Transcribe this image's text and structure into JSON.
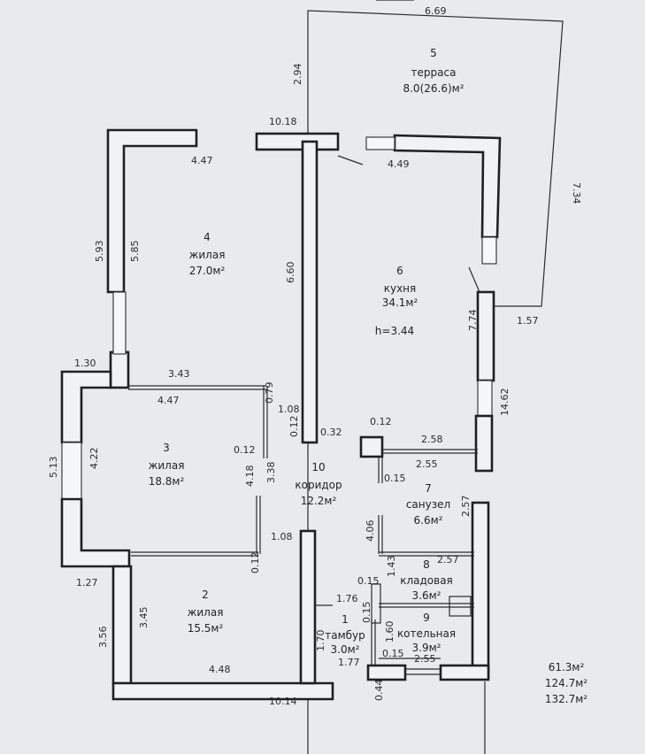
{
  "rooms": [
    {
      "num": "5",
      "name": "терраса",
      "area": "8.0(26.6)м²"
    },
    {
      "num": "4",
      "name": "жилая",
      "area": "27.0м²"
    },
    {
      "num": "6",
      "name": "кухня",
      "area": "34.1м²"
    },
    {
      "num": "3",
      "name": "жилая",
      "area": "18.8м²"
    },
    {
      "num": "10",
      "name": "коридор",
      "area": "12.2м²"
    },
    {
      "num": "7",
      "name": "санузел",
      "area": "6.6м²"
    },
    {
      "num": "8",
      "name": "кладовая",
      "area": "3.6м²"
    },
    {
      "num": "2",
      "name": "жилая",
      "area": "15.5м²"
    },
    {
      "num": "1",
      "name": "тамбур",
      "area": "3.0м²"
    },
    {
      "num": "9",
      "name": "котельная",
      "area": "3.9м²"
    }
  ],
  "height_note": "h=3.44",
  "totals": [
    "61.3м²",
    "124.7м²",
    "132.7м²"
  ],
  "dims": {
    "d669": "6.69",
    "d294": "2.94",
    "d734": "7.34",
    "d1018": "10.18",
    "d447a": "4.47",
    "d449": "4.49",
    "d593": "5.93",
    "d585": "5.85",
    "d660": "6.60",
    "d774": "7.74",
    "d157": "1.57",
    "d130": "1.30",
    "d343": "3.43",
    "d079": "0.79",
    "d447b": "4.47",
    "d108a": "1.08",
    "d012a": "0.12",
    "d032": "0.32",
    "d012b": "0.12",
    "d1462": "14.62",
    "d513": "5.13",
    "d422": "4.22",
    "d012c": "0.12",
    "d418": "4.18",
    "d338": "3.38",
    "d258": "2.58",
    "d255a": "2.55",
    "d015a": "0.15",
    "d257a": "2.57",
    "d108b": "1.08",
    "d406": "4.06",
    "d012d": "0.12",
    "d127": "1.27",
    "d257b": "2.57",
    "d015b": "0.15",
    "d143": "1.43",
    "d176": "1.76",
    "d015c": "0.15",
    "d160": "1.60",
    "d170": "1.70",
    "d177": "1.77",
    "d015d": "0.15",
    "d255b": "2.55",
    "d345": "3.45",
    "d356": "3.56",
    "d448": "4.48",
    "d1014": "10.14",
    "d044": "0.44"
  }
}
